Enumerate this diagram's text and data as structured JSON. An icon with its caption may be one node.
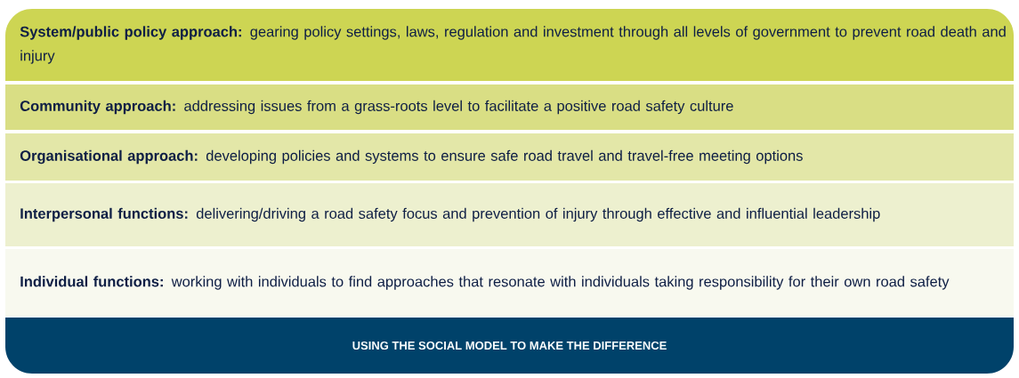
{
  "diagram": {
    "nodes": [
      {
        "text": [
          "**System/public policy approach:** gearing policy settings, laws, regulation and investment through all levels of government to prevent road death and injury"
        ]
      },
      {
        "text": [
          "**Community approach:** addressing issues from a grass-roots level to facilitate a positive road safety culture"
        ]
      },
      {
        "text": [
          "**Organisational approach:** developing policies and systems to ensure safe road travel and travel-free meeting options"
        ]
      },
      {
        "text": [
          "**Interpersonal functions:** delivering/driving a road safety focus and prevention of injury through effective and influential leadership"
        ]
      },
      {
        "text": [
          "**Individual functions:** working with individuals to find approaches that resonate with individuals taking responsibility for their own road safety"
        ]
      },
      {
        "text": [
          "USING THE SOCIAL MODEL TO MAKE THE DIFFERENCE"
        ]
      }
    ]
  }
}
